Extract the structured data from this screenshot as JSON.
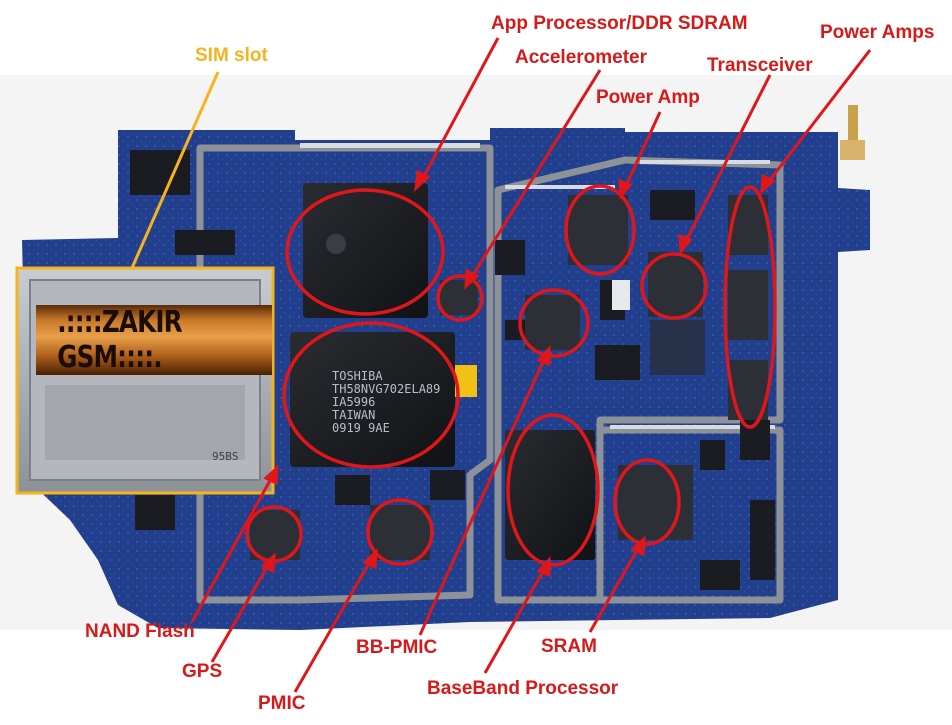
{
  "labels": {
    "sim_slot": "SIM slot",
    "app_processor": "App Processor/DDR SDRAM",
    "accelerometer": "Accelerometer",
    "power_amp": "Power Amp",
    "transceiver": "Transceiver",
    "power_amps": "Power Amps",
    "nand_flash": "NAND Flash",
    "gps": "GPS",
    "pmic": "PMIC",
    "bb_pmic": "BB-PMIC",
    "baseband_processor": "BaseBand Processor",
    "sram": "SRAM"
  },
  "watermark": ".::::ZAKIR GSM::::.",
  "chip_text": {
    "nand": "TOSHIBA\nTH58NVG702ELA89\nIA5996\nTAIWAN\n0919 9AE",
    "sim_mark": "95BS"
  },
  "colors": {
    "label_red": "#d61a1a",
    "sim_label": "#f5b41c",
    "board_blue": "#1f3f8a",
    "shield_gray": "#8a8f96"
  }
}
